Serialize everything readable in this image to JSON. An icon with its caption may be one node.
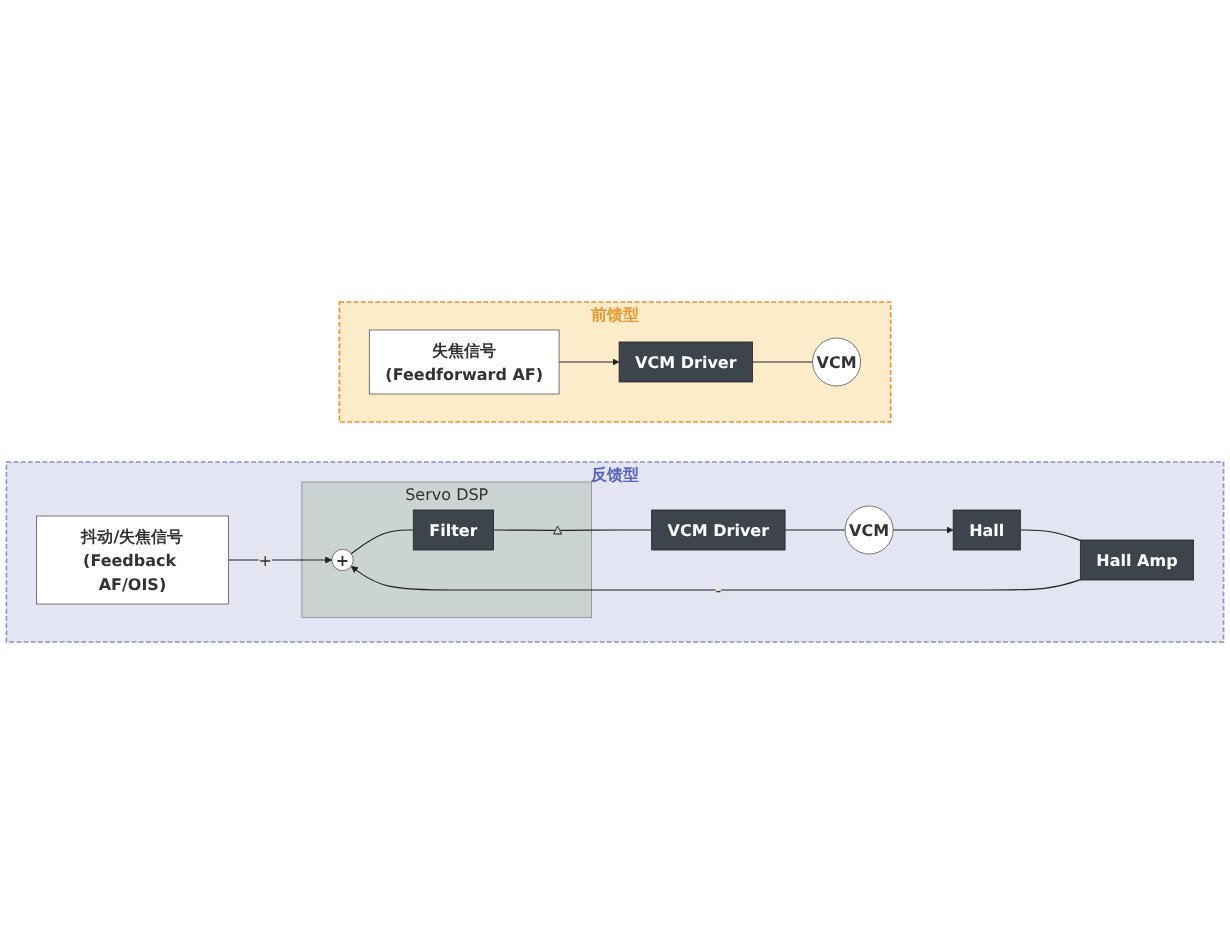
{
  "diagram": {
    "nodes": [
      {
        "text": [
          "前馈型"
        ]
      },
      {
        "text": [
          "失焦信号",
          "(Feedforward AF)"
        ],
        "in": 0
      },
      {
        "text": [
          "VCM Driver"
        ],
        "in": 0
      },
      {
        "text": [
          "VCM"
        ],
        "in": 0
      },
      {
        "text": [
          "反馈型"
        ]
      },
      {
        "text": [
          "抖动/失焦信号",
          "(Feedback AF/OIS)"
        ],
        "in": 4
      },
      {
        "text": [
          "Servo DSP"
        ],
        "in": 4
      },
      {
        "text": [
          "+"
        ],
        "in": 6
      },
      {
        "text": [
          "Filter"
        ],
        "in": 6
      },
      {
        "text": [],
        "shape": "triangle",
        "in": 6
      },
      {
        "text": [
          "VCM Driver"
        ],
        "in": 4
      },
      {
        "text": [
          "VCM"
        ],
        "in": 4
      },
      {
        "text": [
          "Hall"
        ],
        "in": 4
      },
      {
        "text": [
          "Hall Amp"
        ],
        "in": 4
      }
    ],
    "edges": [
      {
        "from": 1,
        "to": 2,
        "arrow": "to"
      },
      {
        "from": 2,
        "to": 3,
        "arrow": "none"
      },
      {
        "from": 5,
        "to": 7,
        "arrow": "to",
        "label": "+"
      },
      {
        "from": 7,
        "to": 8,
        "arrow": "none"
      },
      {
        "from": 8,
        "to": 9,
        "arrow": "none"
      },
      {
        "from": 9,
        "to": 10,
        "arrow": "none"
      },
      {
        "from": 10,
        "to": 11,
        "arrow": "none"
      },
      {
        "from": 11,
        "to": 12,
        "arrow": "to"
      },
      {
        "from": 12,
        "to": 13,
        "arrow": "none"
      },
      {
        "from": 13,
        "to": 7,
        "arrow": "to",
        "label": "-"
      }
    ]
  }
}
